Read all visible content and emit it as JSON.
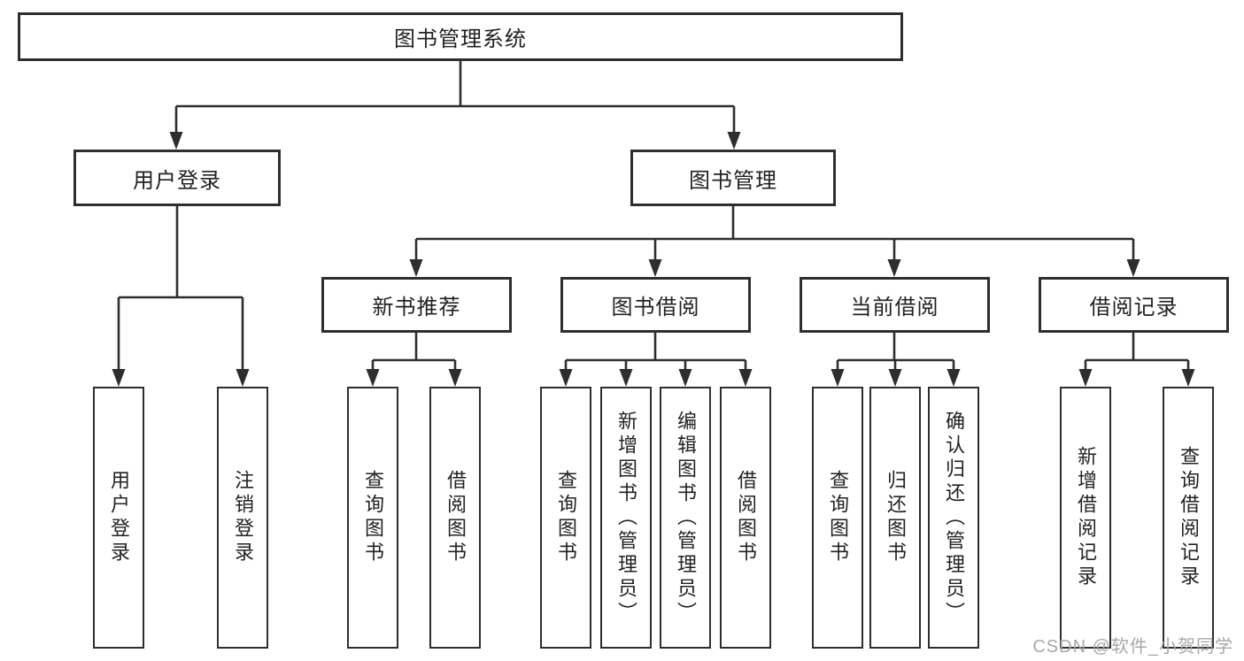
{
  "diagram": {
    "title_node": {
      "label": "图书管理系统"
    },
    "level2": [
      {
        "id": "user-login",
        "label": "用户登录"
      },
      {
        "id": "book-management",
        "label": "图书管理"
      }
    ],
    "level3": [
      {
        "id": "new-book-recommend",
        "parent": "图书管理",
        "label": "新书推荐"
      },
      {
        "id": "book-borrow",
        "parent": "图书管理",
        "label": "图书借阅"
      },
      {
        "id": "current-borrow",
        "parent": "图书管理",
        "label": "当前借阅"
      },
      {
        "id": "borrow-records",
        "parent": "图书管理",
        "label": "借阅记录"
      }
    ],
    "leaves": [
      {
        "parent": "用户登录",
        "label": "用户登录"
      },
      {
        "parent": "用户登录",
        "label": "注销登录"
      },
      {
        "parent": "新书推荐",
        "label": "查询图书"
      },
      {
        "parent": "新书推荐",
        "label": "借阅图书"
      },
      {
        "parent": "图书借阅",
        "label": "查询图书"
      },
      {
        "parent": "图书借阅",
        "label": "新增图书（管理员）"
      },
      {
        "parent": "图书借阅",
        "label": "编辑图书（管理员）"
      },
      {
        "parent": "图书借阅",
        "label": "借阅图书"
      },
      {
        "parent": "当前借阅",
        "label": "查询图书"
      },
      {
        "parent": "当前借阅",
        "label": "归还图书"
      },
      {
        "parent": "当前借阅",
        "label": "确认归还（管理员）"
      },
      {
        "parent": "借阅记录",
        "label": "新增借阅记录"
      },
      {
        "parent": "借阅记录",
        "label": "查询借阅记录"
      }
    ],
    "colors": {
      "line_and_border": "#2e2e2e",
      "text": "#222222",
      "background": "#ffffff",
      "watermark": "#a8a8a8"
    }
  },
  "watermark": {
    "text": "CSDN @软件_小贺同学"
  }
}
